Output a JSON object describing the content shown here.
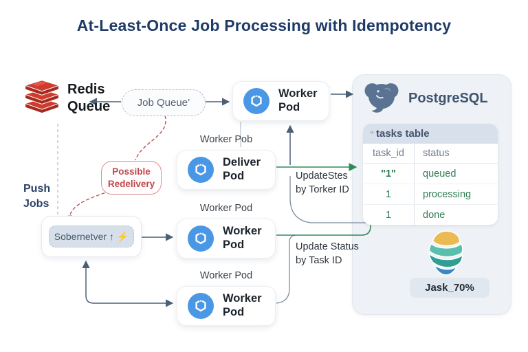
{
  "title": "At-Least-Once Job Processing with Idempotency",
  "colors": {
    "title_navy": "#1e3a66",
    "redis_red": "#d13b2e",
    "pod_icon_blue": "#4a97e5",
    "postgres_slate": "#5b7392",
    "success_green": "#2e8b57",
    "warning_red": "#c0474b",
    "arrow_grey": "#4a6076"
  },
  "redis": {
    "line1": "Redis",
    "line2": "Queue"
  },
  "job_queue": {
    "label": "Job Queue’"
  },
  "push_jobs": {
    "line1": "Push",
    "line2": "Jobs"
  },
  "possible_redelivery": {
    "line1": "Possible",
    "line2": "Redelivery"
  },
  "scheduler": {
    "label": "Sobernetver ↑ ⚡"
  },
  "pods": [
    {
      "caption": "",
      "line1": "Worker",
      "line2": "Pod"
    },
    {
      "caption": "Worker Pob",
      "line1": "Deliver",
      "line2": "Pod"
    },
    {
      "caption": "Worker Pod",
      "line1": "Worker",
      "line2": "Pod"
    },
    {
      "caption": "Worker Pod",
      "line1": "Worker",
      "line2": "Pod"
    }
  ],
  "annotations": {
    "update_worker": {
      "line1": "UpdateStes",
      "line2": "by Torker ID"
    },
    "update_task": {
      "line1": "Update Status",
      "line2": "by Task ID"
    }
  },
  "postgres": {
    "name": "PostgreSQL",
    "table": {
      "title_prefix": "“",
      "title": "tasks table",
      "columns": [
        "task_id",
        "status"
      ],
      "rows": [
        {
          "task_id": "\"1\"",
          "status": "queued"
        },
        {
          "task_id": "1",
          "status": "processing"
        },
        {
          "task_id": "1",
          "status": "done"
        }
      ]
    },
    "badge": "Jask_70%"
  }
}
